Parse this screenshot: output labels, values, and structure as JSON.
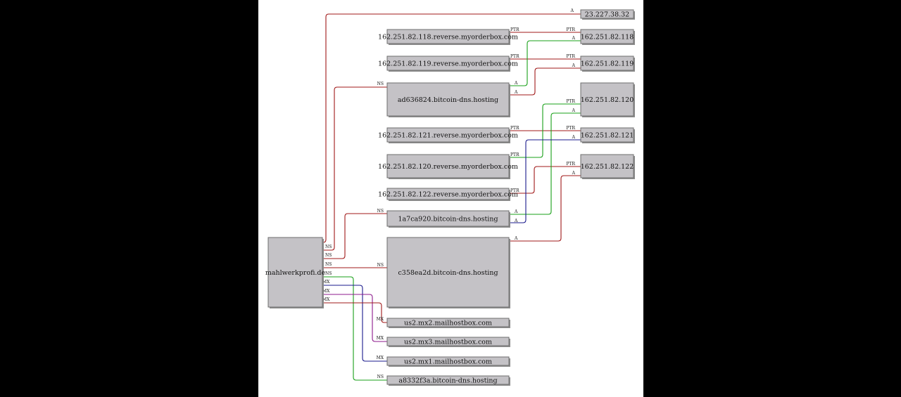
{
  "colors": {
    "background": "#000000",
    "canvas": "#ffffff",
    "node_fill": "#c4c2c6",
    "red": "#a01818",
    "green": "#18a018",
    "blue": "#1a1a8c",
    "purple": "#8c1a8c"
  },
  "nodes": [
    {
      "id": "root",
      "label": "mahlwerkprofi.de"
    },
    {
      "id": "ip_23",
      "label": "23.227.38.32"
    },
    {
      "id": "rev118",
      "label": "162.251.82.118.reverse.myorderbox.com"
    },
    {
      "id": "ip118",
      "label": "162.251.82.118"
    },
    {
      "id": "rev119",
      "label": "162.251.82.119.reverse.myorderbox.com"
    },
    {
      "id": "ip119",
      "label": "162.251.82.119"
    },
    {
      "id": "ns_ad",
      "label": "ad636824.bitcoin-dns.hosting"
    },
    {
      "id": "ip120",
      "label": "162.251.82.120"
    },
    {
      "id": "rev121",
      "label": "162.251.82.121.reverse.myorderbox.com"
    },
    {
      "id": "ip121",
      "label": "162.251.82.121"
    },
    {
      "id": "rev120",
      "label": "162.251.82.120.reverse.myorderbox.com"
    },
    {
      "id": "ip122",
      "label": "162.251.82.122"
    },
    {
      "id": "rev122",
      "label": "162.251.82.122.reverse.myorderbox.com"
    },
    {
      "id": "ns_1a",
      "label": "1a7ca920.bitcoin-dns.hosting"
    },
    {
      "id": "ns_c3",
      "label": "c358ea2d.bitcoin-dns.hosting"
    },
    {
      "id": "mx2",
      "label": "us2.mx2.mailhostbox.com"
    },
    {
      "id": "mx3",
      "label": "us2.mx3.mailhostbox.com"
    },
    {
      "id": "mx1",
      "label": "us2.mx1.mailhostbox.com"
    },
    {
      "id": "ns_a8",
      "label": "a8332f3a.bitcoin-dns.hosting"
    }
  ],
  "edges": [
    {
      "from": "root",
      "to": "ip_23",
      "label": "A",
      "color": "red"
    },
    {
      "from": "root",
      "to": "ns_ad",
      "label": "NS",
      "color": "red"
    },
    {
      "from": "root",
      "to": "ns_1a",
      "label": "NS",
      "color": "red"
    },
    {
      "from": "root",
      "to": "ns_c3",
      "label": "NS",
      "color": "red"
    },
    {
      "from": "root",
      "to": "ns_a8",
      "label": "NS",
      "color": "green"
    },
    {
      "from": "root",
      "to": "mx1",
      "label": "MX",
      "color": "blue"
    },
    {
      "from": "root",
      "to": "mx3",
      "label": "MX",
      "color": "purple"
    },
    {
      "from": "root",
      "to": "mx2",
      "label": "MX",
      "color": "red"
    },
    {
      "from": "rev118",
      "to": "ip118",
      "label": "PTR",
      "color": "red"
    },
    {
      "from": "rev119",
      "to": "ip119",
      "label": "PTR",
      "color": "red"
    },
    {
      "from": "ns_ad",
      "to": "ip118",
      "label": "A",
      "color": "green"
    },
    {
      "from": "ns_ad",
      "to": "ip119",
      "label": "A",
      "color": "red"
    },
    {
      "from": "rev121",
      "to": "ip121",
      "label": "PTR",
      "color": "red"
    },
    {
      "from": "rev120",
      "to": "ip120",
      "label": "PTR",
      "color": "green"
    },
    {
      "from": "rev122",
      "to": "ip122",
      "label": "PTR",
      "color": "red"
    },
    {
      "from": "ns_1a",
      "to": "ip120",
      "label": "A",
      "color": "green"
    },
    {
      "from": "ns_1a",
      "to": "ip121",
      "label": "A",
      "color": "blue"
    },
    {
      "from": "ns_c3",
      "to": "ip122",
      "label": "A",
      "color": "red"
    }
  ]
}
